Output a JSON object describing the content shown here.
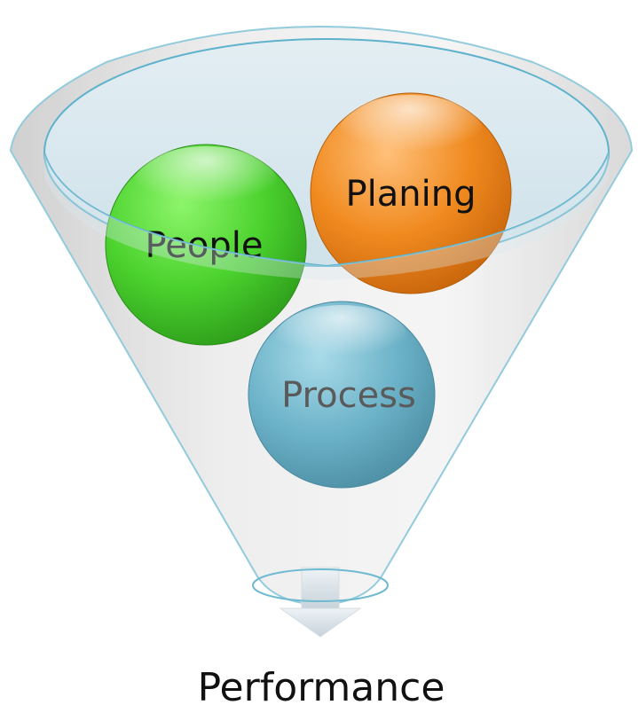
{
  "funnel": {
    "inputs": [
      {
        "label": "People",
        "color": "#4bd22e",
        "text_color": "#111111"
      },
      {
        "label": "Planing",
        "color": "#f08a1f",
        "text_color": "#111111"
      },
      {
        "label": "Process",
        "color": "#6db3c9",
        "text_color": "#5a5a5a"
      }
    ],
    "output": {
      "label": "Performance"
    }
  }
}
